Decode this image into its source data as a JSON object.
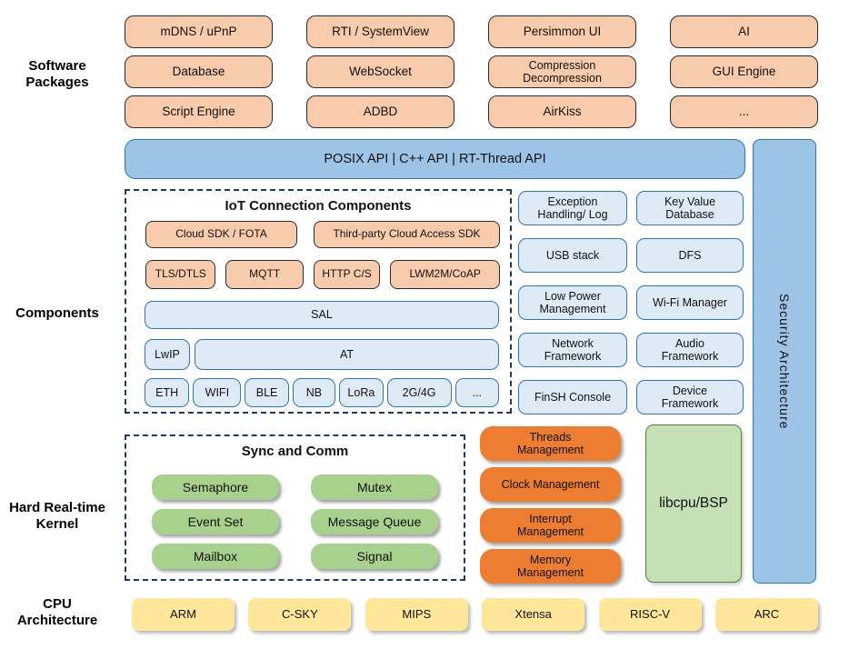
{
  "colors": {
    "orange_light": "#F8CBAD",
    "orange_dark": "#ED7D31",
    "blue_bar": "#9DC3E6",
    "blue_light": "#DEEBF7",
    "blue_border": "#2E75B6",
    "dash_navy": "#1F3864",
    "green": "#A9D18E",
    "green_light": "#C5E0B4",
    "yellow": "#FFE699"
  },
  "row_labels": {
    "software_packages": "Software\nPackages",
    "components": "Components",
    "kernel": "Hard Real-time\nKernel",
    "cpu": "CPU\nArchitecture"
  },
  "software_packages": {
    "items": [
      "mDNS / uPnP",
      "RTI / SystemView",
      "Persimmon UI",
      "AI",
      "Database",
      "WebSocket",
      "Compression\nDecompression",
      "GUI Engine",
      "Script Engine",
      "ADBD",
      "AirKiss",
      "..."
    ]
  },
  "api_bar": {
    "label": "POSIX API | C++ API | RT-Thread API"
  },
  "security_bar": {
    "label": "Security Architecture"
  },
  "iot_box": {
    "title": "IoT Connection Components",
    "row1": [
      "Cloud SDK / FOTA",
      "Third-party Cloud Access SDK"
    ],
    "row2": [
      "TLS/DTLS",
      "MQTT",
      "HTTP C/S",
      "LWM2M/CoAP"
    ],
    "sal": "SAL",
    "row4": [
      "LwIP",
      "AT"
    ],
    "row5": [
      "ETH",
      "WIFI",
      "BLE",
      "NB",
      "LoRa",
      "2G/4G",
      "..."
    ]
  },
  "component_grid": {
    "items": [
      "Exception\nHandling/ Log",
      "Key Value\nDatabase",
      "USB stack",
      "DFS",
      "Low Power\nManagement",
      "Wi-Fi Manager",
      "Network\nFramework",
      "Audio\nFramework",
      "FinSH Console",
      "Device\nFramework"
    ]
  },
  "kernel": {
    "sync_title": "Sync and Comm",
    "sync_items": [
      "Semaphore",
      "Mutex",
      "Event Set",
      "Message Queue",
      "Mailbox",
      "Signal"
    ],
    "mgmt_items": [
      "Threads\nManagement",
      "Clock Management",
      "Interrupt\nManagement",
      "Memory\nManagement"
    ],
    "libcpu": "libcpu/BSP"
  },
  "cpu": {
    "items": [
      "ARM",
      "C-SKY",
      "MIPS",
      "Xtensa",
      "RISC-V",
      "ARC"
    ]
  }
}
